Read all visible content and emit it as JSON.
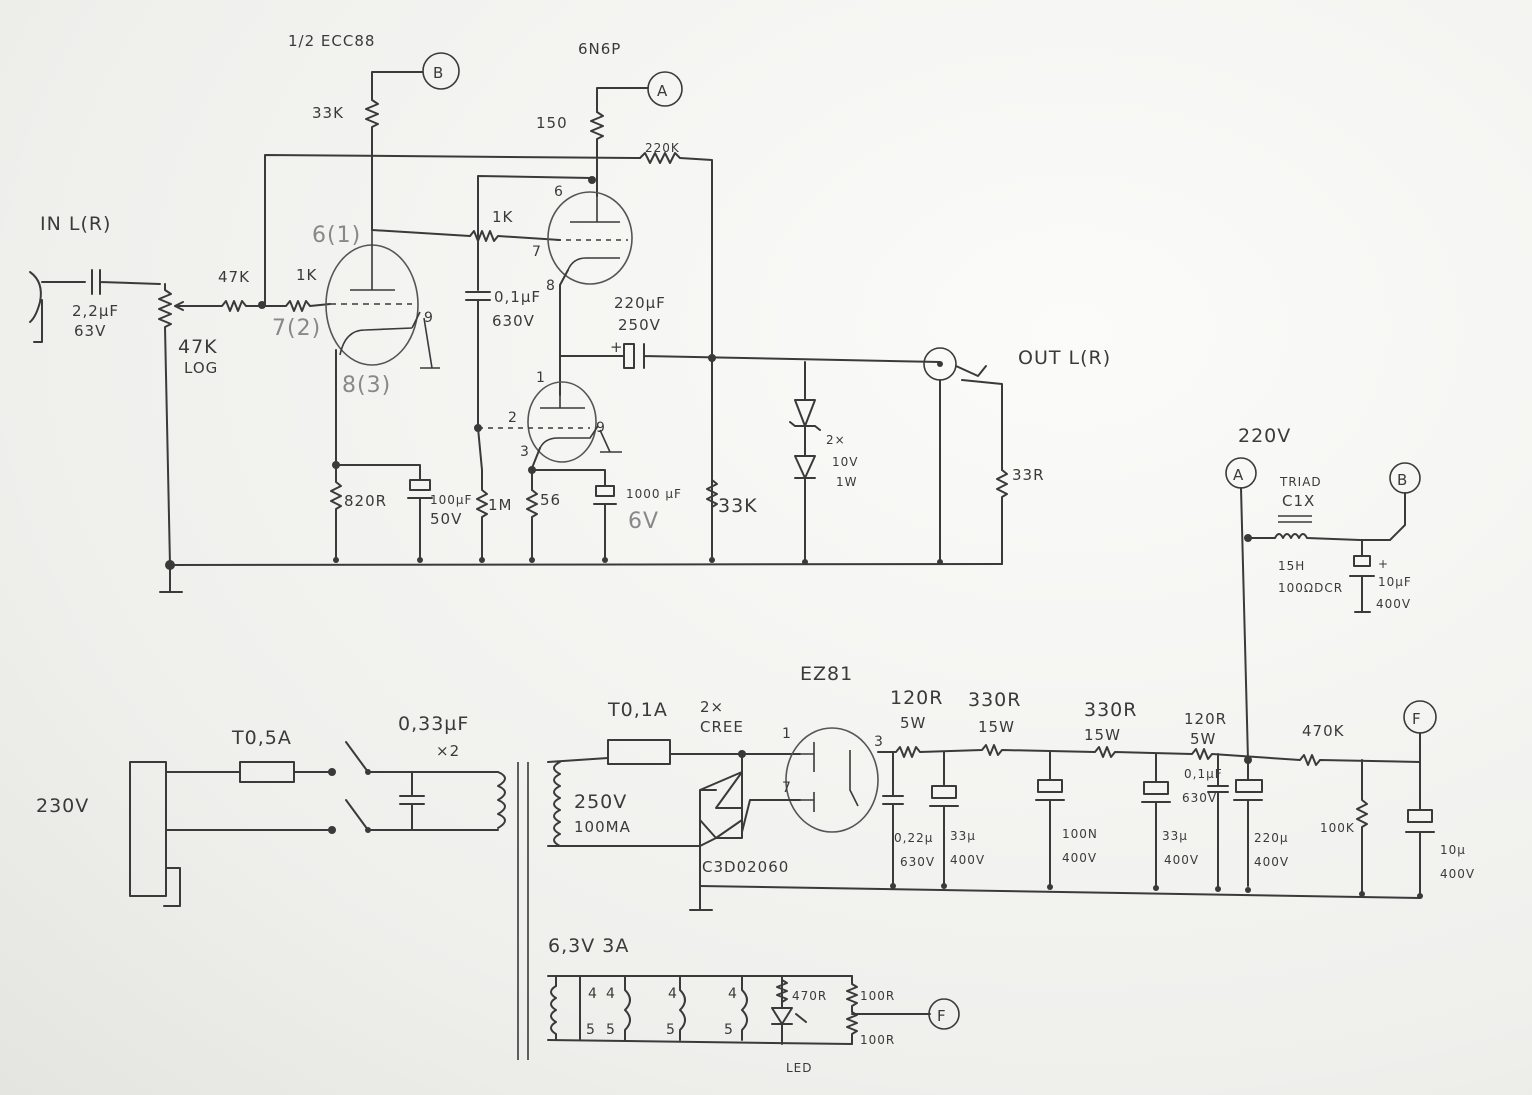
{
  "labels": {
    "tube1": "1/2 ECC88",
    "tube2": "6N6P",
    "node_a": "A",
    "node_b": "B",
    "node_f": "F",
    "r_plate1": "33K",
    "r_plate2": "150",
    "r_fb": "220K",
    "in": "IN L(R)",
    "out": "OUT L(R)",
    "cin_val": "2,2µF",
    "cin_v": "63V",
    "pot_val": "47K",
    "pot_log": "LOG",
    "r47k": "47K",
    "r1k_a": "1K",
    "r1k_b": "1K",
    "pin6_1": "6(1)",
    "pin7_2": "7(2)",
    "pin8_3": "8(3)",
    "pin9": "9",
    "c01_val": "0,1µF",
    "c01_v": "630V",
    "pin6": "6",
    "pin7": "7",
    "pin8": "8",
    "cout_val": "220µF",
    "cout_v": "250V",
    "cout_plus": "+",
    "pin1": "1",
    "pin2": "2",
    "pin3": "3",
    "pin9b": "9",
    "r820": "820R",
    "c100_val": "100µF",
    "c100_v": "50V",
    "r1m": "1M",
    "r56": "56",
    "c1000_val": "1000 µF",
    "c1000_v": "6V",
    "r33k_b": "33K",
    "zener_n": "2×",
    "zener_v": "10V",
    "zener_w": "1W",
    "r33r": "33R",
    "v220": "220V",
    "choke_name1": "TRIAD",
    "choke_name2": "C1X",
    "choke_l": "15H",
    "choke_dcr": "100ΩDCR",
    "c10_plus": "+",
    "c10_val": "10µF",
    "c10_v": "400V",
    "ez81": "EZ81",
    "fuse_mains": "T0,5A",
    "mains_v": "230V",
    "c033_val": "0,33µF",
    "c033_n": "×2",
    "fuse_ht": "T0,1A",
    "ht_v": "250V",
    "ht_i": "100MA",
    "diodes_n": "2×",
    "diodes_name": "CREE",
    "diodes_part": "C3D02060",
    "ez_pin1": "1",
    "ez_pin7": "7",
    "ez_pin3": "3",
    "r120a_val": "120R",
    "r120a_w": "5W",
    "r330a_val": "330R",
    "r330a_w": "15W",
    "r330b_val": "330R",
    "r330b_w": "15W",
    "r120b_val": "120R",
    "r120b_w": "5W",
    "r470k": "470K",
    "c022_val": "0,22µ",
    "c022_v": "630V",
    "c33a_val": "33µ",
    "c33a_v": "400V",
    "c100n_val": "100N",
    "c100n_v": "400V",
    "c33b_val": "33µ",
    "c33b_v": "400V",
    "c01b_val": "0,1µF",
    "c01b_v": "630V",
    "c220_val": "220µ",
    "c220_v": "400V",
    "r100k": "100K",
    "c10b_val": "10µ",
    "c10b_v": "400V",
    "heater": "6,3V 3A",
    "h4a": "4",
    "h4b": "4",
    "h4c": "4",
    "h4d": "4",
    "h5a": "5",
    "h5b": "5",
    "h5c": "5",
    "h5d": "5",
    "r470r": "470R",
    "r100r_a": "100R",
    "r100r_b": "100R",
    "led": "LED"
  }
}
